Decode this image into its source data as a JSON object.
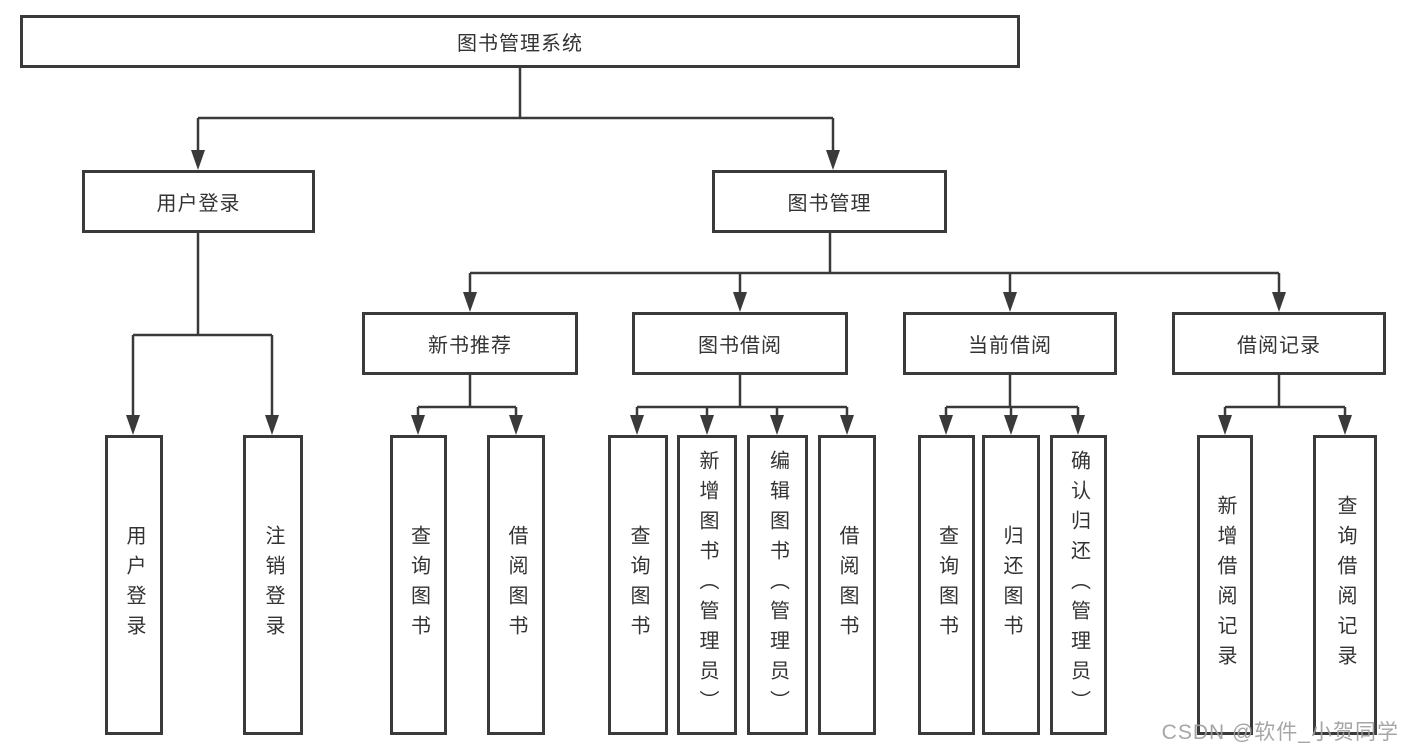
{
  "diagram": {
    "root_label": "图书管理系统",
    "level2": [
      "用户登录",
      "图书管理"
    ],
    "level3": [
      "新书推荐",
      "图书借阅",
      "当前借阅",
      "借阅记录"
    ],
    "leaves": [
      "用户登录",
      "注销登录",
      "查询图书",
      "借阅图书",
      "查询图书",
      "新增图书（管理员）",
      "编辑图书（管理员）",
      "借阅图书",
      "查询图书",
      "归还图书",
      "确认归还（管理员）",
      "新增借阅记录",
      "查询借阅记录"
    ]
  },
  "watermark": {
    "text": "CSDN @软件_小贺同学",
    "color": "#a0a0a0"
  },
  "colors": {
    "line": "#3a3a3a",
    "text": "#333333",
    "background": "#ffffff"
  }
}
